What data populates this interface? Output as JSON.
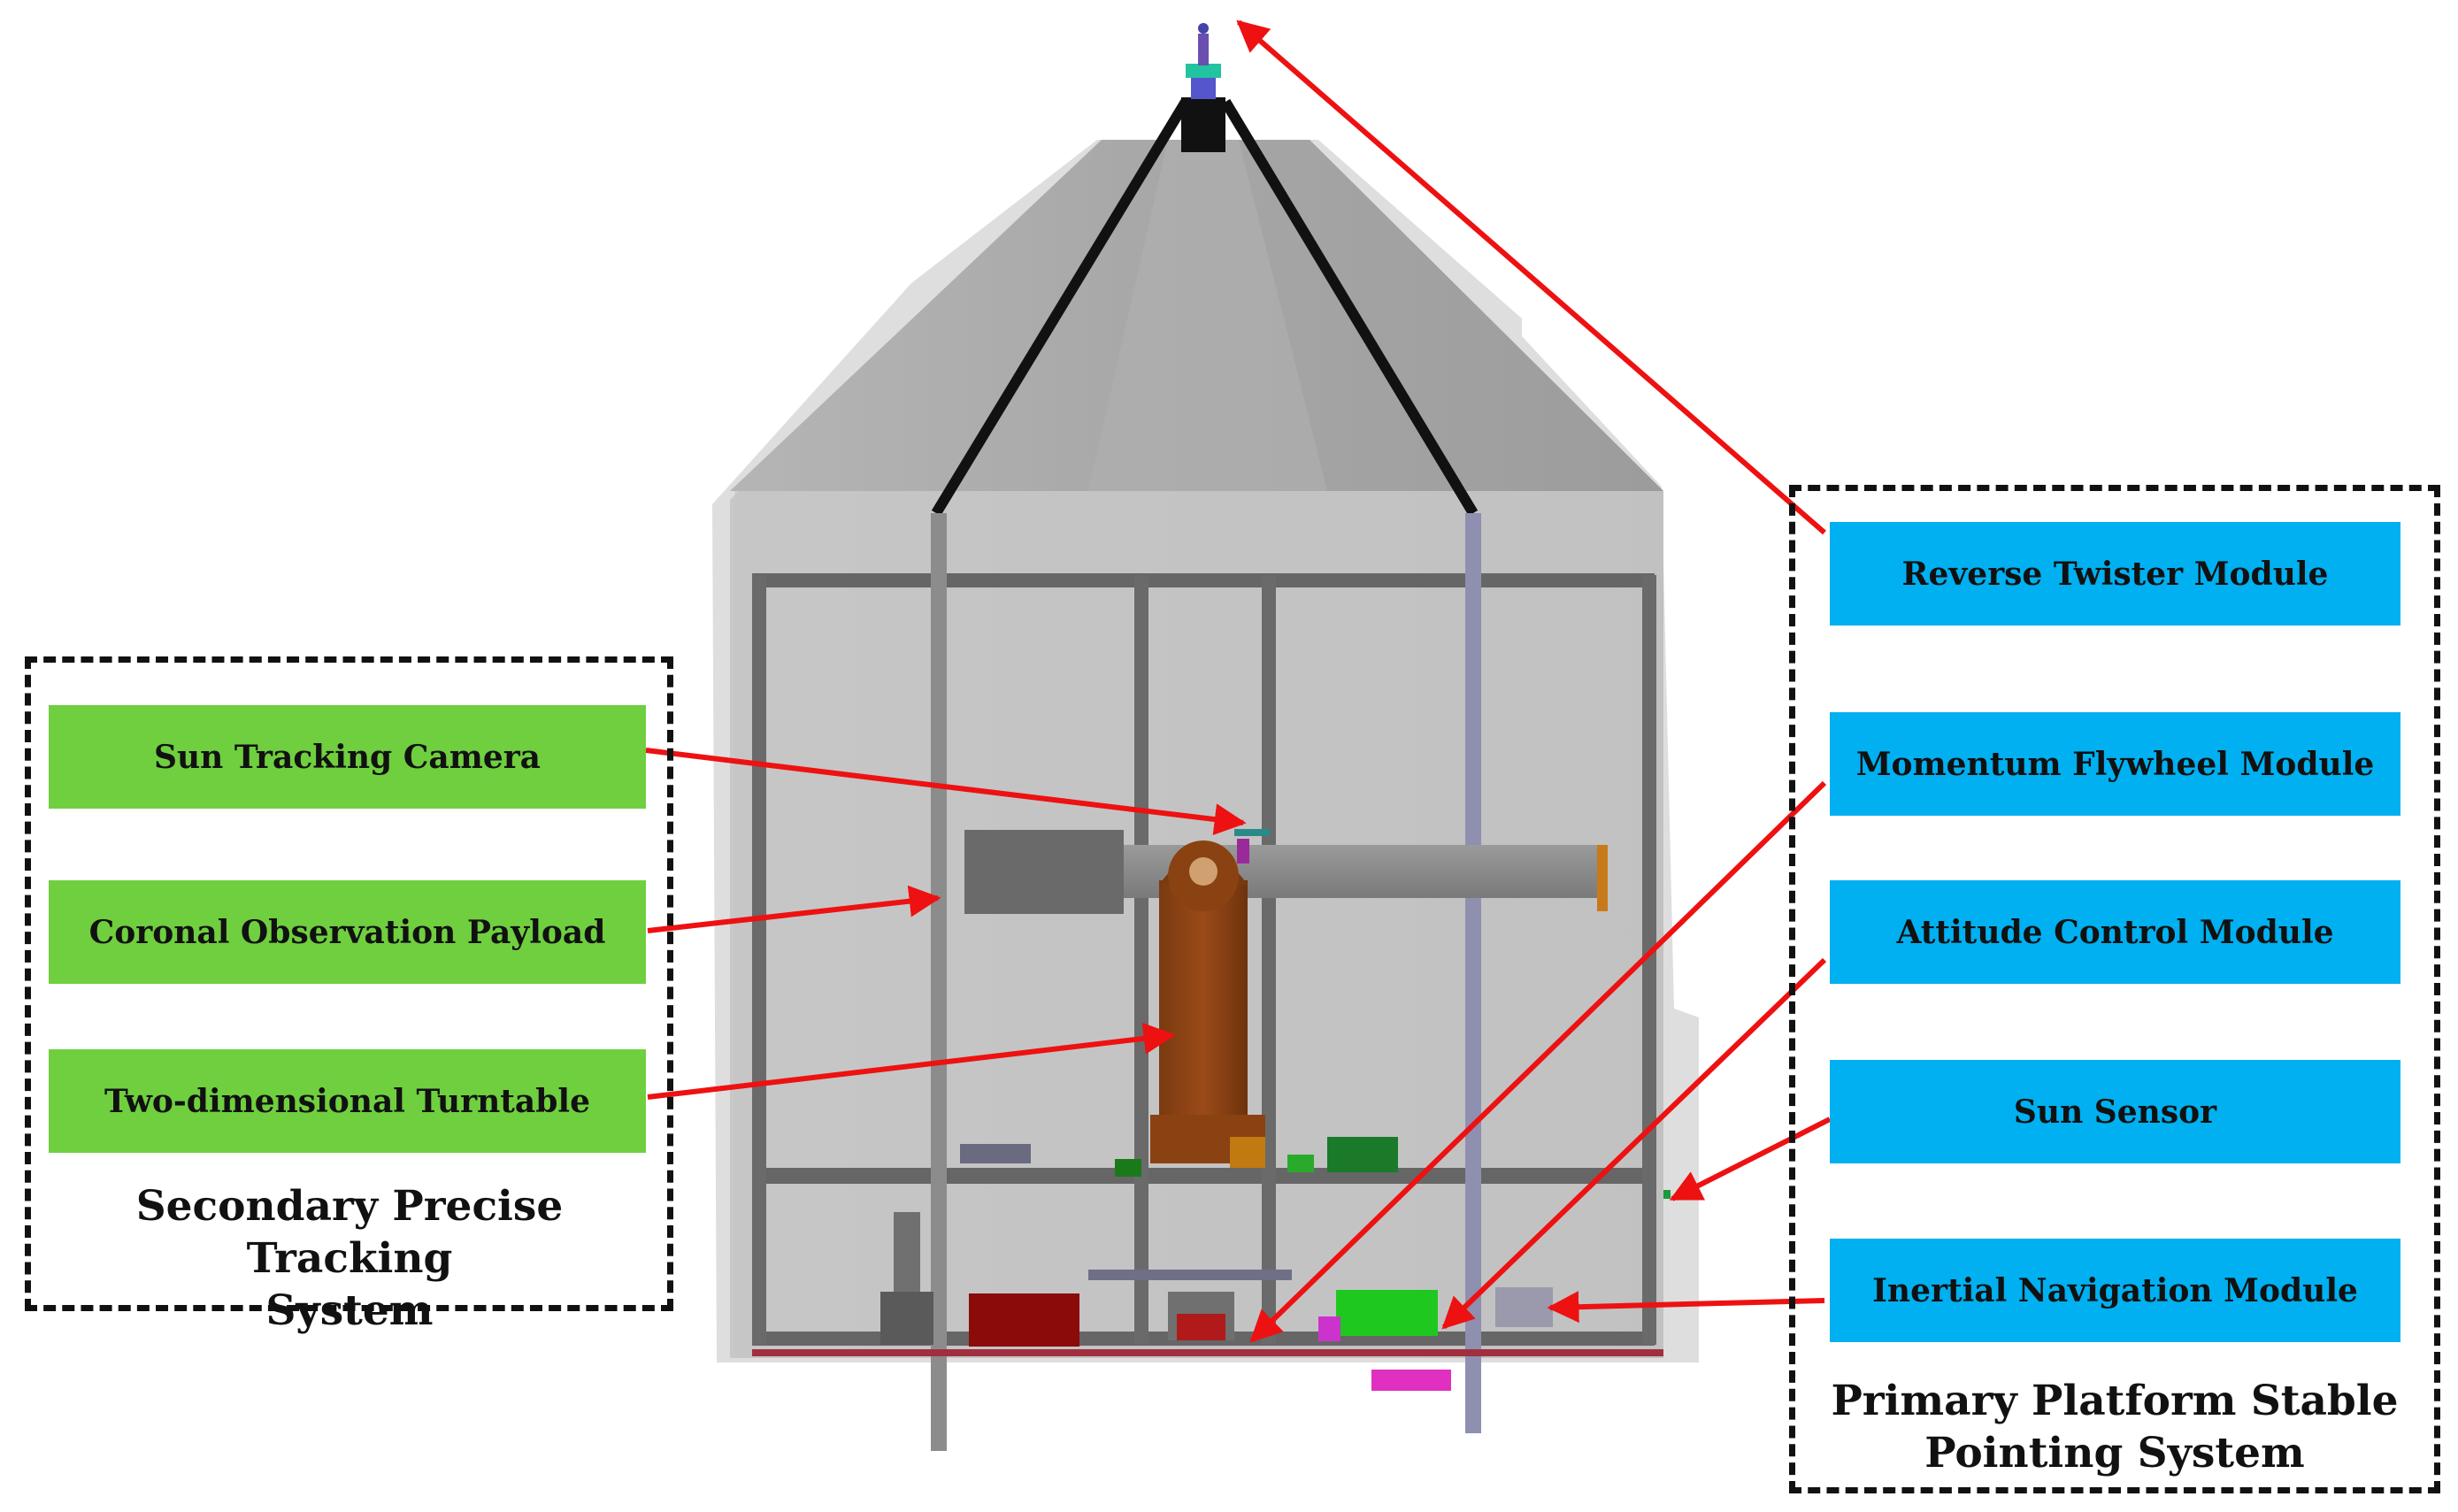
{
  "colors": {
    "payload_box": "#6fcf3f",
    "platform_box": "#00b0f0",
    "arrow": "#ee1111",
    "frame": "#111111"
  },
  "secondary_system": {
    "caption_line1": "Secondary Precise Tracking",
    "caption_line2": "System",
    "items": [
      {
        "label": "Sun Tracking Camera"
      },
      {
        "label": "Coronal Observation Payload"
      },
      {
        "label": "Two-dimensional Turntable"
      }
    ]
  },
  "primary_system": {
    "caption_line1": "Primary Platform Stable",
    "caption_line2": "Pointing System",
    "items": [
      {
        "label": "Reverse Twister Module"
      },
      {
        "label": "Momentum Flywheel Module"
      },
      {
        "label": "Attitude Control Module"
      },
      {
        "label": "Sun Sensor"
      },
      {
        "label": "Inertial Navigation Module"
      }
    ]
  }
}
